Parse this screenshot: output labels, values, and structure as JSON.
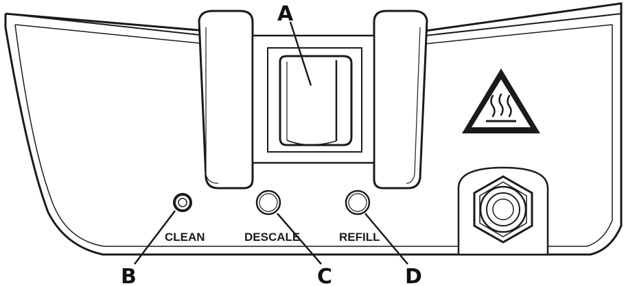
{
  "callouts": {
    "a": "A",
    "b": "B",
    "c": "C",
    "d": "D"
  },
  "indicators": {
    "clean": "CLEAN",
    "descale": "DESCALE",
    "refill": "REFILL"
  },
  "icons": {
    "warning": "hot-surface-warning-icon",
    "outlet": "steam-outlet-fitting-icon",
    "switch": "rocker-switch"
  },
  "colors": {
    "line": "#1a1a1a",
    "background": "#ffffff"
  }
}
